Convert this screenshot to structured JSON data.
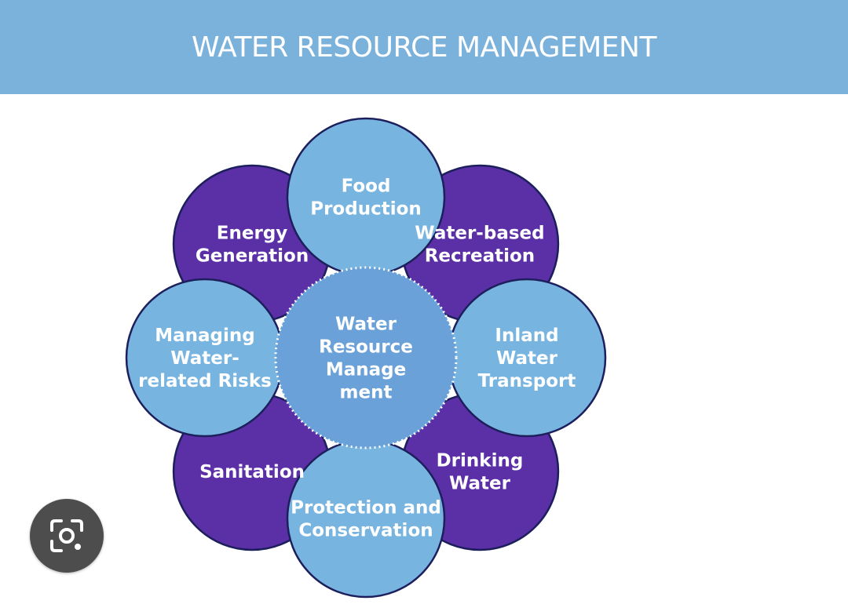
{
  "header": {
    "title": "WATER RESOURCE MANAGEMENT"
  },
  "colors": {
    "banner": "#7bb2dc",
    "petal_dark": "#5b2fa6",
    "petal_light": "#78b4e0",
    "center": "#6aa1d8",
    "stroke": "#1c1f5c"
  },
  "center": {
    "lines": [
      "Water",
      "Resource",
      "Manage",
      "ment"
    ]
  },
  "petals": [
    {
      "name": "food-production",
      "tone": "light",
      "lines": [
        "Food",
        "Production"
      ]
    },
    {
      "name": "water-based-recreation",
      "tone": "dark",
      "lines": [
        "Water-based",
        "Recreation"
      ]
    },
    {
      "name": "inland-water-transport",
      "tone": "light",
      "lines": [
        "Inland",
        "Water",
        "Transport"
      ]
    },
    {
      "name": "drinking-water",
      "tone": "dark",
      "lines": [
        "Drinking",
        "Water"
      ]
    },
    {
      "name": "protection-conservation",
      "tone": "light",
      "lines": [
        "Protection and",
        "Conservation"
      ]
    },
    {
      "name": "sanitation",
      "tone": "dark",
      "lines": [
        "Sanitation"
      ]
    },
    {
      "name": "managing-risks",
      "tone": "light",
      "lines": [
        "Managing",
        "Water-",
        "related Risks"
      ]
    },
    {
      "name": "energy-generation",
      "tone": "dark",
      "lines": [
        "Energy",
        "Generation"
      ]
    }
  ],
  "lens": {
    "icon": "google-lens-icon"
  }
}
